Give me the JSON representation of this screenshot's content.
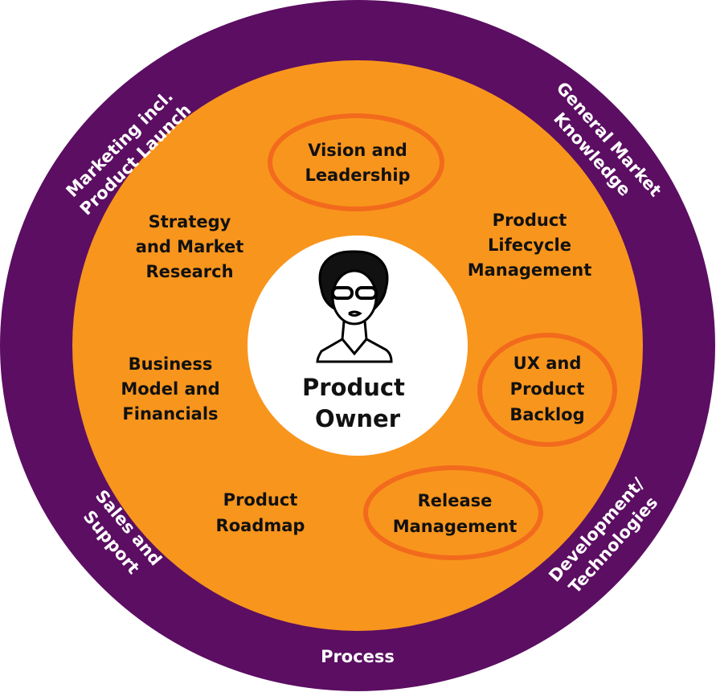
{
  "colors": {
    "outer_ring": "#5b0e62",
    "inner_disc": "#f8951d",
    "highlight": "#f26b1d",
    "center": "#ffffff"
  },
  "center": {
    "line1": "Product",
    "line2": "Owner",
    "icon": "woman-portrait-icon"
  },
  "outer": {
    "marketing": [
      "Marketing incl.",
      "Product Launch"
    ],
    "general": [
      "General Market",
      "Knowledge"
    ],
    "sales": [
      "Sales and",
      "Support"
    ],
    "development": [
      "Development/",
      "Technologies"
    ],
    "process": "Process"
  },
  "inner": {
    "vision": [
      "Vision and",
      "Leadership"
    ],
    "strategy": [
      "Strategy",
      "and Market",
      "Research"
    ],
    "lifecycle": [
      "Product",
      "Lifecycle",
      "Management"
    ],
    "business": [
      "Business",
      "Model and",
      "Financials"
    ],
    "ux": [
      "UX and",
      "Product",
      "Backlog"
    ],
    "roadmap": [
      "Product",
      "Roadmap"
    ],
    "release": [
      "Release",
      "Management"
    ]
  }
}
